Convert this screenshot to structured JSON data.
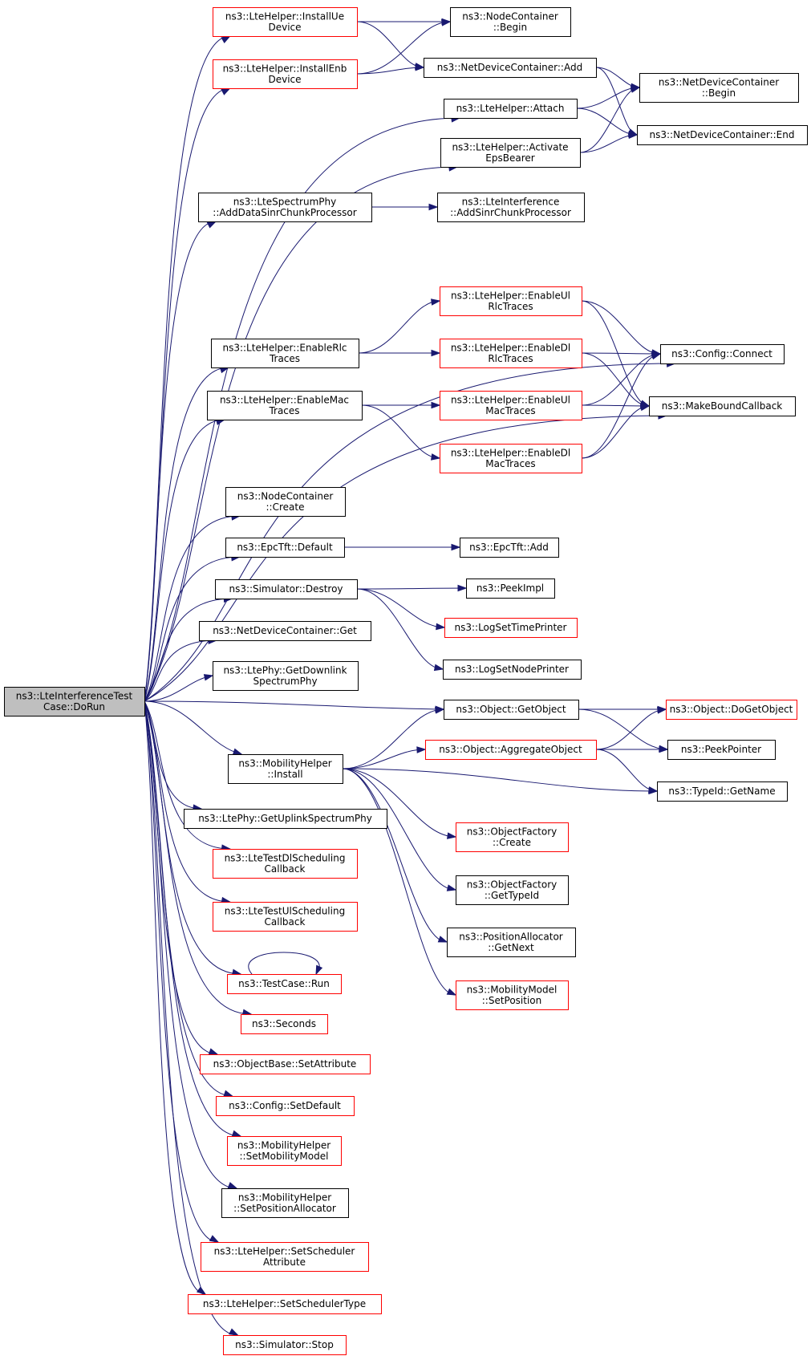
{
  "nodes": {
    "root": {
      "lines": [
        "ns3::LteInterferenceTest",
        "Case::DoRun"
      ],
      "outline": "black",
      "root": true
    },
    "installue": {
      "lines": [
        "ns3::LteHelper::InstallUe",
        "Device"
      ],
      "outline": "red"
    },
    "installenb": {
      "lines": [
        "ns3::LteHelper::InstallEnb",
        "Device"
      ],
      "outline": "red"
    },
    "nodecbegin": {
      "lines": [
        "ns3::NodeContainer",
        "::Begin"
      ],
      "outline": "black"
    },
    "ndcadd": {
      "lines": [
        "ns3::NetDeviceContainer::Add"
      ],
      "outline": "black"
    },
    "ndcbegin": {
      "lines": [
        "ns3::NetDeviceContainer",
        "::Begin"
      ],
      "outline": "black"
    },
    "ndcend": {
      "lines": [
        "ns3::NetDeviceContainer::End"
      ],
      "outline": "black"
    },
    "attach": {
      "lines": [
        "ns3::LteHelper::Attach"
      ],
      "outline": "black"
    },
    "activate": {
      "lines": [
        "ns3::LteHelper::Activate",
        "EpsBearer"
      ],
      "outline": "black"
    },
    "spectrum": {
      "lines": [
        "ns3::LteSpectrumPhy",
        "::AddDataSinrChunkProcessor"
      ],
      "outline": "black"
    },
    "interference": {
      "lines": [
        "ns3::LteInterference",
        "::AddSinrChunkProcessor"
      ],
      "outline": "black"
    },
    "enablerlc": {
      "lines": [
        "ns3::LteHelper::EnableRlc",
        "Traces"
      ],
      "outline": "black"
    },
    "enablemac": {
      "lines": [
        "ns3::LteHelper::EnableMac",
        "Traces"
      ],
      "outline": "black"
    },
    "ulrlc": {
      "lines": [
        "ns3::LteHelper::EnableUl",
        "RlcTraces"
      ],
      "outline": "red"
    },
    "dlrlc": {
      "lines": [
        "ns3::LteHelper::EnableDl",
        "RlcTraces"
      ],
      "outline": "red"
    },
    "ulmac": {
      "lines": [
        "ns3::LteHelper::EnableUl",
        "MacTraces"
      ],
      "outline": "red"
    },
    "dlmac": {
      "lines": [
        "ns3::LteHelper::EnableDl",
        "MacTraces"
      ],
      "outline": "red"
    },
    "connect": {
      "lines": [
        "ns3::Config::Connect"
      ],
      "outline": "black"
    },
    "makebound": {
      "lines": [
        "ns3::MakeBoundCallback"
      ],
      "outline": "black"
    },
    "nodeccreate": {
      "lines": [
        "ns3::NodeContainer",
        "::Create"
      ],
      "outline": "black"
    },
    "epcdefault": {
      "lines": [
        "ns3::EpcTft::Default"
      ],
      "outline": "black"
    },
    "epcadd": {
      "lines": [
        "ns3::EpcTft::Add"
      ],
      "outline": "black"
    },
    "simdestroy": {
      "lines": [
        "ns3::Simulator::Destroy"
      ],
      "outline": "black"
    },
    "peekimpl": {
      "lines": [
        "ns3::PeekImpl"
      ],
      "outline": "black"
    },
    "logtime": {
      "lines": [
        "ns3::LogSetTimePrinter"
      ],
      "outline": "red"
    },
    "lognode": {
      "lines": [
        "ns3::LogSetNodePrinter"
      ],
      "outline": "black"
    },
    "ndcget": {
      "lines": [
        "ns3::NetDeviceContainer::Get"
      ],
      "outline": "black"
    },
    "getdownlink": {
      "lines": [
        "ns3::LtePhy::GetDownlink",
        "SpectrumPhy"
      ],
      "outline": "black"
    },
    "getobject": {
      "lines": [
        "ns3::Object::GetObject"
      ],
      "outline": "black"
    },
    "dogetobject": {
      "lines": [
        "ns3::Object::DoGetObject"
      ],
      "outline": "red"
    },
    "mobinstall": {
      "lines": [
        "ns3::MobilityHelper",
        "::Install"
      ],
      "outline": "black"
    },
    "aggregate": {
      "lines": [
        "ns3::Object::AggregateObject"
      ],
      "outline": "red"
    },
    "peekpointer": {
      "lines": [
        "ns3::PeekPointer"
      ],
      "outline": "black"
    },
    "typeidname": {
      "lines": [
        "ns3::TypeId::GetName"
      ],
      "outline": "black"
    },
    "getuplink": {
      "lines": [
        "ns3::LtePhy::GetUplinkSpectrumPhy"
      ],
      "outline": "black"
    },
    "ofcreate": {
      "lines": [
        "ns3::ObjectFactory",
        "::Create"
      ],
      "outline": "red"
    },
    "ofgettypeid": {
      "lines": [
        "ns3::ObjectFactory",
        "::GetTypeId"
      ],
      "outline": "black"
    },
    "pagetnext": {
      "lines": [
        "ns3::PositionAllocator",
        "::GetNext"
      ],
      "outline": "black"
    },
    "mmsetpos": {
      "lines": [
        "ns3::MobilityModel",
        "::SetPosition"
      ],
      "outline": "red"
    },
    "dlsched": {
      "lines": [
        "ns3::LteTestDlScheduling",
        "Callback"
      ],
      "outline": "red"
    },
    "ulsched": {
      "lines": [
        "ns3::LteTestUlScheduling",
        "Callback"
      ],
      "outline": "red"
    },
    "testrun": {
      "lines": [
        "ns3::TestCase::Run"
      ],
      "outline": "red"
    },
    "seconds": {
      "lines": [
        "ns3::Seconds"
      ],
      "outline": "red"
    },
    "setattr": {
      "lines": [
        "ns3::ObjectBase::SetAttribute"
      ],
      "outline": "red"
    },
    "setdefault": {
      "lines": [
        "ns3::Config::SetDefault"
      ],
      "outline": "red"
    },
    "setmobmodel": {
      "lines": [
        "ns3::MobilityHelper",
        "::SetMobilityModel"
      ],
      "outline": "red"
    },
    "setposalloc": {
      "lines": [
        "ns3::MobilityHelper",
        "::SetPositionAllocator"
      ],
      "outline": "black"
    },
    "schedattr": {
      "lines": [
        "ns3::LteHelper::SetScheduler",
        "Attribute"
      ],
      "outline": "red"
    },
    "schedtype": {
      "lines": [
        "ns3::LteHelper::SetSchedulerType"
      ],
      "outline": "red"
    },
    "simstop": {
      "lines": [
        "ns3::Simulator::Stop"
      ],
      "outline": "red"
    }
  },
  "edges": [
    [
      "root",
      "installue"
    ],
    [
      "root",
      "installenb"
    ],
    [
      "root",
      "attach"
    ],
    [
      "root",
      "activate"
    ],
    [
      "root",
      "spectrum"
    ],
    [
      "root",
      "connect"
    ],
    [
      "root",
      "enablerlc"
    ],
    [
      "root",
      "enablemac"
    ],
    [
      "root",
      "makebound"
    ],
    [
      "root",
      "nodeccreate"
    ],
    [
      "root",
      "epcdefault"
    ],
    [
      "root",
      "simdestroy"
    ],
    [
      "root",
      "ndcget"
    ],
    [
      "root",
      "getdownlink"
    ],
    [
      "root",
      "getobject"
    ],
    [
      "root",
      "mobinstall"
    ],
    [
      "root",
      "getuplink"
    ],
    [
      "root",
      "dlsched"
    ],
    [
      "root",
      "ulsched"
    ],
    [
      "root",
      "testrun"
    ],
    [
      "root",
      "seconds"
    ],
    [
      "root",
      "setattr"
    ],
    [
      "root",
      "setdefault"
    ],
    [
      "root",
      "setmobmodel"
    ],
    [
      "root",
      "setposalloc"
    ],
    [
      "root",
      "schedattr"
    ],
    [
      "root",
      "schedtype"
    ],
    [
      "root",
      "simstop"
    ],
    [
      "installue",
      "nodecbegin"
    ],
    [
      "installue",
      "ndcadd"
    ],
    [
      "installenb",
      "nodecbegin"
    ],
    [
      "installenb",
      "ndcadd"
    ],
    [
      "ndcadd",
      "ndcbegin"
    ],
    [
      "ndcadd",
      "ndcend"
    ],
    [
      "attach",
      "ndcbegin"
    ],
    [
      "attach",
      "ndcend"
    ],
    [
      "activate",
      "ndcbegin"
    ],
    [
      "activate",
      "ndcend"
    ],
    [
      "spectrum",
      "interference"
    ],
    [
      "enablerlc",
      "ulrlc"
    ],
    [
      "enablerlc",
      "dlrlc"
    ],
    [
      "enablemac",
      "ulmac"
    ],
    [
      "enablemac",
      "dlmac"
    ],
    [
      "ulrlc",
      "connect"
    ],
    [
      "ulrlc",
      "makebound"
    ],
    [
      "dlrlc",
      "connect"
    ],
    [
      "dlrlc",
      "makebound"
    ],
    [
      "ulmac",
      "connect"
    ],
    [
      "ulmac",
      "makebound"
    ],
    [
      "dlmac",
      "connect"
    ],
    [
      "dlmac",
      "makebound"
    ],
    [
      "epcdefault",
      "epcadd"
    ],
    [
      "simdestroy",
      "peekimpl"
    ],
    [
      "simdestroy",
      "logtime"
    ],
    [
      "simdestroy",
      "lognode"
    ],
    [
      "getobject",
      "dogetobject"
    ],
    [
      "getobject",
      "peekpointer"
    ],
    [
      "mobinstall",
      "getobject"
    ],
    [
      "mobinstall",
      "aggregate"
    ],
    [
      "mobinstall",
      "typeidname"
    ],
    [
      "mobinstall",
      "ofcreate"
    ],
    [
      "mobinstall",
      "ofgettypeid"
    ],
    [
      "mobinstall",
      "pagetnext"
    ],
    [
      "mobinstall",
      "mmsetpos"
    ],
    [
      "aggregate",
      "dogetobject"
    ],
    [
      "aggregate",
      "peekpointer"
    ],
    [
      "aggregate",
      "typeidname"
    ],
    [
      "testrun",
      "testrun"
    ]
  ]
}
